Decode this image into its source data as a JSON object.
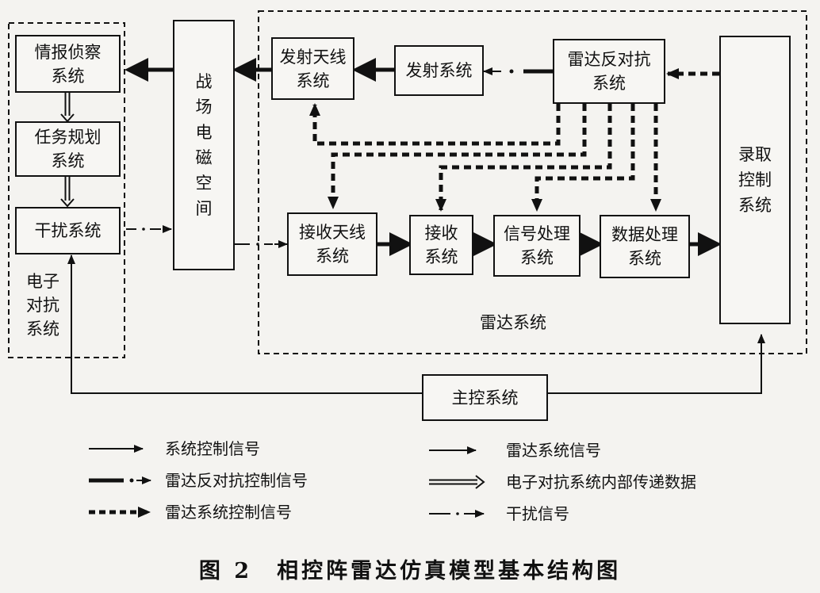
{
  "boxes": {
    "intel": "情报侦察\n系统",
    "mission": "任务规划\n系统",
    "jammer": "干扰系统",
    "battlefield": "战\n场\n电\n磁\n空\n间",
    "tx_antenna": "发射天线\n系统",
    "transmitter": "发射系统",
    "eccm": "雷达反对抗\n系统",
    "record": "录取\n控制\n系统",
    "rx_antenna": "接收天线\n系统",
    "receiver": "接收\n系统",
    "signal": "信号处理\n系统",
    "data": "数据处理\n系统",
    "master": "主控系统"
  },
  "labels": {
    "ecm_group": "电子\n对抗\n系统",
    "radar_group": "雷达系统"
  },
  "legend": [
    {
      "id": "sys-control",
      "label": "系统控制信号"
    },
    {
      "id": "eccm-control",
      "label": "雷达反对抗控制信号"
    },
    {
      "id": "radar-control",
      "label": "雷达系统控制信号"
    },
    {
      "id": "radar-signal",
      "label": "雷达系统信号"
    },
    {
      "id": "ecm-data",
      "label": "电子对抗系统内部传递数据"
    },
    {
      "id": "jam-signal",
      "label": "干扰信号"
    }
  ],
  "caption": "图 2　相控阵雷达仿真模型基本结构图"
}
